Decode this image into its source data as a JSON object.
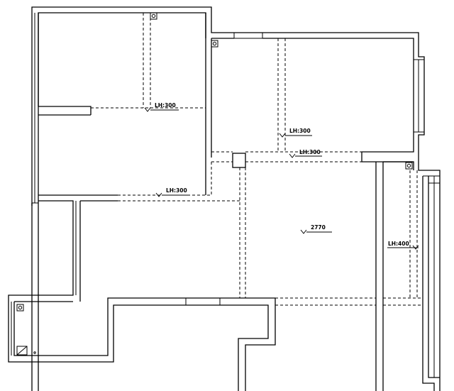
{
  "drawing": {
    "labels": {
      "lh_300_1": "LH:300",
      "lh_300_2": "LH:300",
      "lh_300_3": "LH:300",
      "lh_300_4": "LH:300",
      "lh_400": "LH:400",
      "height_2770": "2770"
    },
    "icons": {
      "downpipe": "downpipe-symbol",
      "floor_drain": "floor-drain-symbol"
    }
  }
}
